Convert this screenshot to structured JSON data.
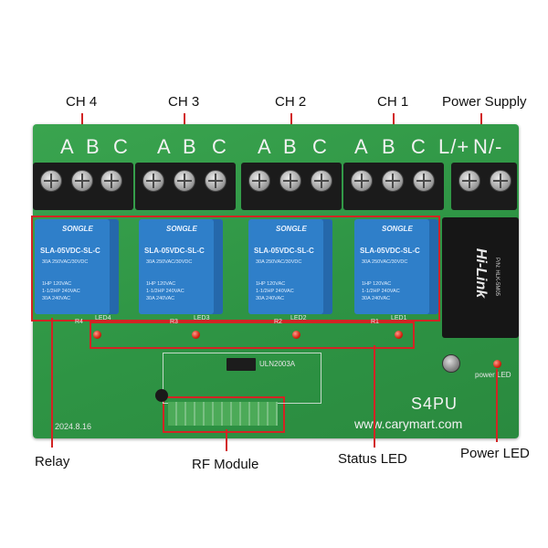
{
  "callouts": {
    "ch4": "CH 4",
    "ch3": "CH 3",
    "ch2": "CH 2",
    "ch1": "CH 1",
    "power_supply": "Power Supply",
    "relay": "Relay",
    "rf_module": "RF Module",
    "status_led": "Status LED",
    "power_led": "Power LED"
  },
  "terminal_labels": {
    "ch4": [
      "A",
      "B",
      "C"
    ],
    "ch3": [
      "A",
      "B",
      "C"
    ],
    "ch2": [
      "A",
      "B",
      "C"
    ],
    "ch1": [
      "A",
      "B",
      "C"
    ],
    "power": [
      "L/+",
      "N/-"
    ]
  },
  "relay": {
    "brand": "SONGLE",
    "model": "SLA-05VDC-SL-C",
    "specs": [
      "30A 250VAC/30VDC",
      "1HP 120VAC",
      "1-1/2HP 240VAC",
      "30A 240VAC"
    ]
  },
  "psu": {
    "brand": "Hi-Link",
    "model": "P/N: HLK-5M05"
  },
  "board": {
    "chip": "ULN2003A",
    "model": "S4PU",
    "website": "www.carymart.com",
    "date": "2024.8.16",
    "relay_refs": [
      "R4",
      "R3",
      "R2",
      "R1"
    ],
    "led_refs": [
      "LED4",
      "LED3",
      "LED2",
      "LED1"
    ],
    "power_led": "power LED"
  },
  "colors": {
    "board_green": "#2e9444",
    "relay_blue": "#2f7fc9",
    "highlight_red": "#d22424"
  }
}
